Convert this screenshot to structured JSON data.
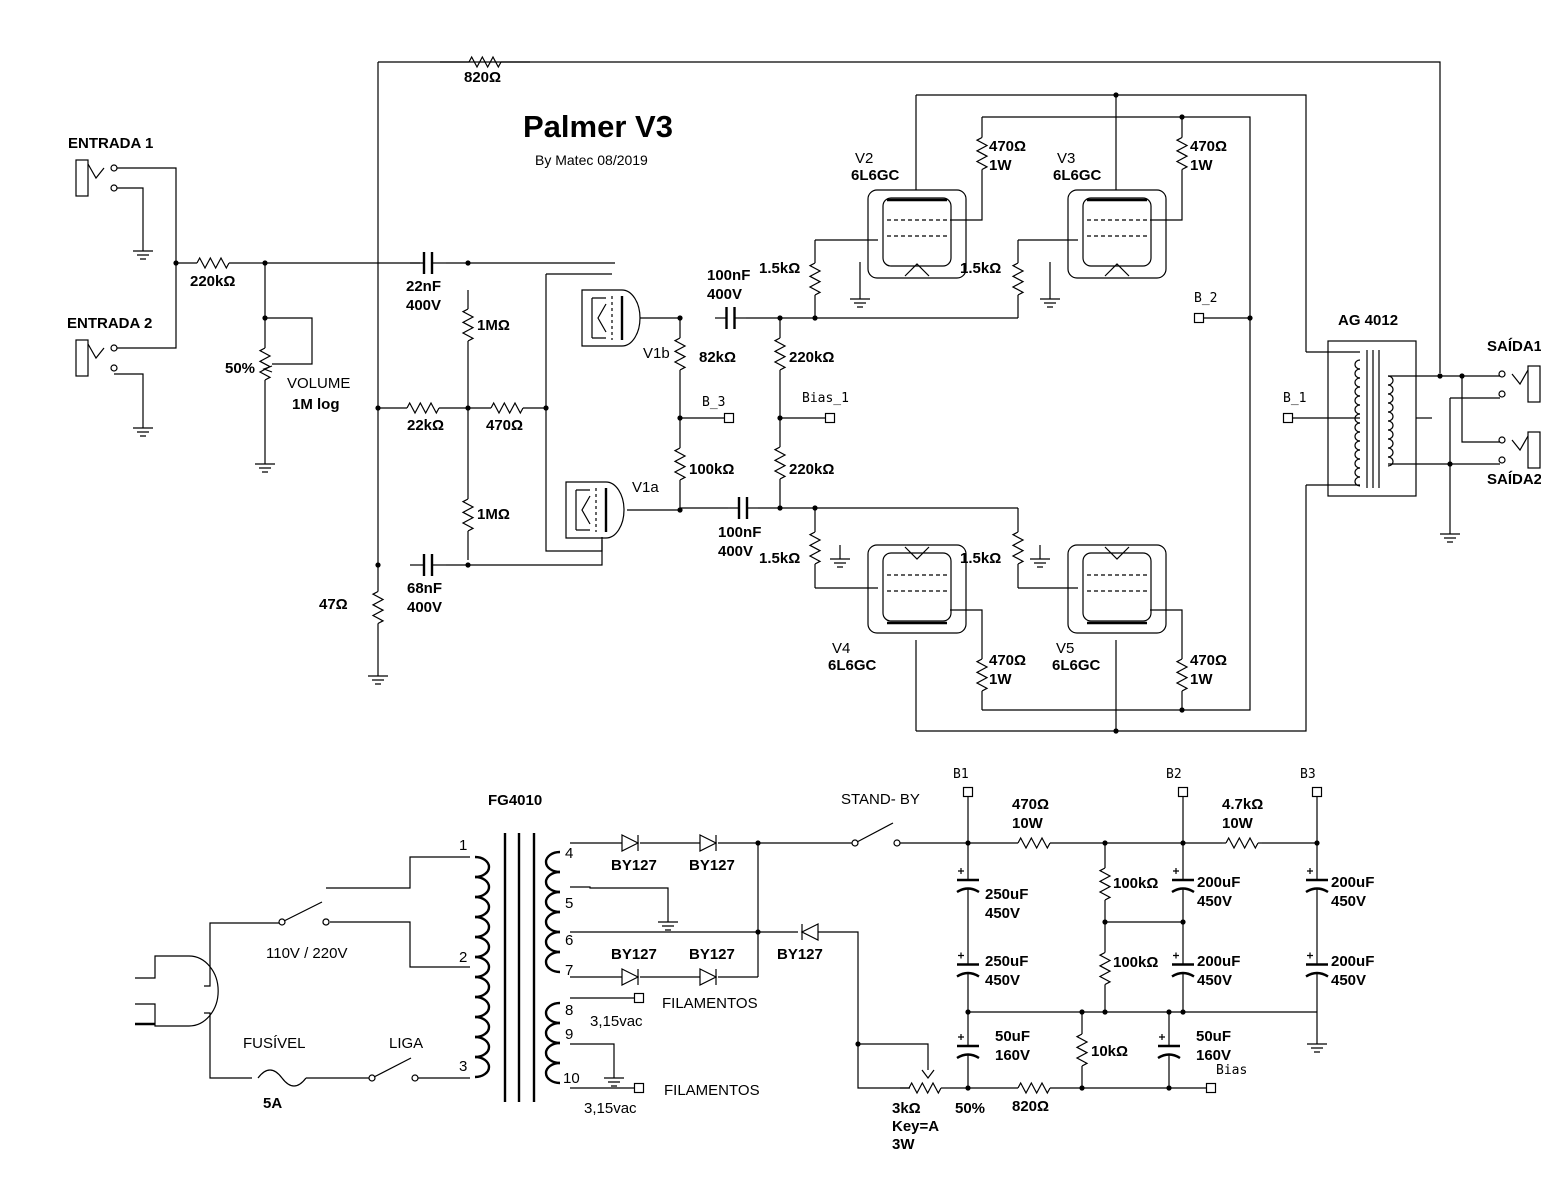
{
  "title": "Palmer V3",
  "subtitle": "By Matec 08/2019",
  "inputs": {
    "in1": "ENTRADA 1",
    "in2": "ENTRADA 2"
  },
  "outputs": {
    "out1": "SAÍDA1",
    "out2": "SAÍDA2"
  },
  "preamp": {
    "r_feedback": "820Ω",
    "r_input": "220kΩ",
    "pot_pct": "50%",
    "pot_name": "VOLUME",
    "pot_value": "1M log",
    "c1_value": "22nF",
    "c1_voltage": "400V",
    "c2_value": "68nF",
    "c2_voltage": "400V",
    "r_1m_top": "1MΩ",
    "r_1m_bottom": "1MΩ",
    "r_22k": "22kΩ",
    "r_470": "470Ω",
    "r_47": "47Ω",
    "v1b": "V1b",
    "v1a": "V1a",
    "r_82k": "82kΩ",
    "r_100k": "100kΩ",
    "c3_value": "100nF",
    "c3_voltage": "400V",
    "c4_value": "100nF",
    "c4_voltage": "400V",
    "r_220k_top": "220kΩ",
    "r_220k_bottom": "220kΩ",
    "node_b3": "B_3",
    "node_bias1": "Bias_1"
  },
  "power": {
    "v2": "V2",
    "v3": "V3",
    "v4": "V4",
    "v5": "V5",
    "tube_type": "6L6GC",
    "screen_r": "470Ω",
    "screen_w": "1W",
    "grid_r": "1.5kΩ",
    "node_b2": "B_2",
    "node_b1": "B_1",
    "output_transformer": "AG 4012"
  },
  "supply": {
    "transformer": "FG4010",
    "voltage_select": "110V / 220V",
    "fuse_label": "FUSÍVEL",
    "fuse_value": "5A",
    "switch_label": "LIGA",
    "pin_labels": [
      "1",
      "2",
      "3",
      "4",
      "5",
      "6",
      "7",
      "8",
      "9",
      "10"
    ],
    "diode": "BY127",
    "filament_label": "FILAMENTOS",
    "filament_voltage": "3,15vac",
    "standby": "STAND- BY",
    "b1": "B1",
    "b2": "B2",
    "b3": "B3",
    "r_470_10w": "470Ω",
    "r_4k7_10w": "4.7kΩ",
    "power_rating": "10W",
    "cap_250": "250uF",
    "cap_200": "200uF",
    "cap_450v": "450V",
    "r_100k": "100kΩ",
    "cap_50": "50uF",
    "cap_160v": "160V",
    "r_10k": "10kΩ",
    "bias_label": "Bias",
    "pot_bias": "3kΩ",
    "pot_key": "Key=A",
    "pot_power": "3W",
    "pot_pct": "50%",
    "r_820": "820Ω"
  }
}
